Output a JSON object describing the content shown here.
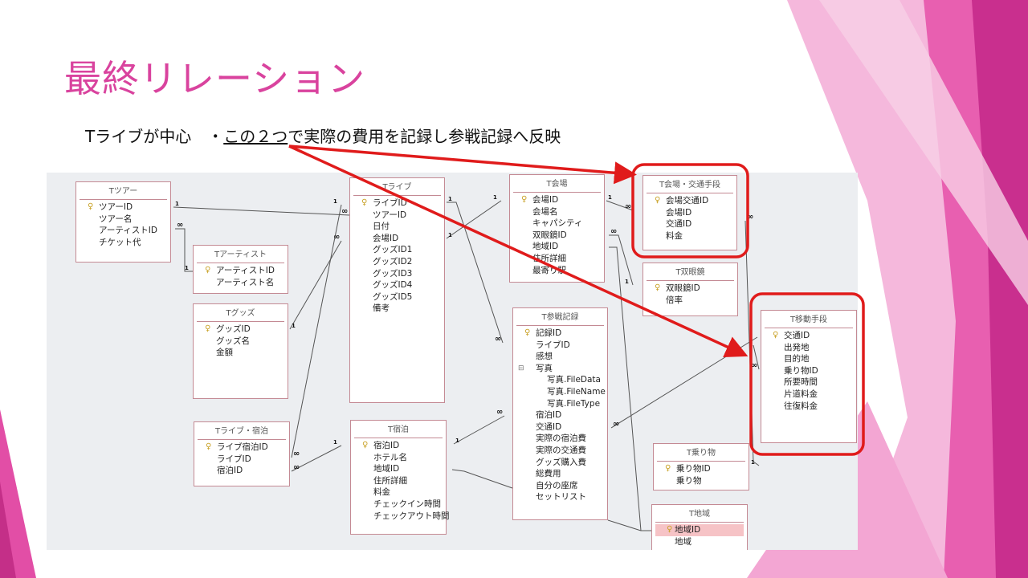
{
  "slide": {
    "title": "最終リレーション",
    "subtitle_pre": "Tライブが中心　・",
    "subtitle_underlined": "この２つ",
    "subtitle_post": "で実際の費用を記録し参戦記録へ反映"
  },
  "symbols": {
    "one": "1",
    "many": "∞",
    "key": "key-icon",
    "expand": "⊟"
  },
  "colors": {
    "title": "#d9439e",
    "highlight": "#e01b1b",
    "pink": "#f08cc8"
  },
  "tables": [
    {
      "name": "Tツアー",
      "fields": [
        {
          "t": "ツアーID",
          "pk": true
        },
        {
          "t": "ツアー名"
        },
        {
          "t": "アーティストID"
        },
        {
          "t": "チケット代"
        }
      ]
    },
    {
      "name": "Tアーティスト",
      "fields": [
        {
          "t": "アーティストID",
          "pk": true
        },
        {
          "t": "アーティスト名"
        }
      ]
    },
    {
      "name": "Tグッズ",
      "fields": [
        {
          "t": "グッズID",
          "pk": true
        },
        {
          "t": "グッズ名"
        },
        {
          "t": "金額"
        }
      ]
    },
    {
      "name": "Tライブ・宿泊",
      "fields": [
        {
          "t": "ライブ宿泊ID",
          "pk": true
        },
        {
          "t": "ライブID"
        },
        {
          "t": "宿泊ID"
        }
      ]
    },
    {
      "name": "Tライブ",
      "fields": [
        {
          "t": "ライブID",
          "pk": true
        },
        {
          "t": "ツアーID"
        },
        {
          "t": "日付"
        },
        {
          "t": "会場ID"
        },
        {
          "t": "グッズID1"
        },
        {
          "t": "グッズID2"
        },
        {
          "t": "グッズID3"
        },
        {
          "t": "グッズID4"
        },
        {
          "t": "グッズID5"
        },
        {
          "t": "備考"
        }
      ]
    },
    {
      "name": "T宿泊",
      "fields": [
        {
          "t": "宿泊ID",
          "pk": true
        },
        {
          "t": "ホテル名"
        },
        {
          "t": "地域ID"
        },
        {
          "t": "住所詳細"
        },
        {
          "t": "料金"
        },
        {
          "t": "チェックイン時間"
        },
        {
          "t": "チェックアウト時間"
        }
      ]
    },
    {
      "name": "T会場",
      "fields": [
        {
          "t": "会場ID",
          "pk": true
        },
        {
          "t": "会場名"
        },
        {
          "t": "キャパシティ"
        },
        {
          "t": "双眼鏡ID"
        },
        {
          "t": "地域ID"
        },
        {
          "t": "住所詳細"
        },
        {
          "t": "最寄り駅"
        }
      ]
    },
    {
      "name": "T参戦記録",
      "fields": [
        {
          "t": "記録ID",
          "pk": true
        },
        {
          "t": "ライブID"
        },
        {
          "t": "感想"
        },
        {
          "t": "写真",
          "exp": true
        },
        {
          "t": "写真.FileData",
          "sub": true
        },
        {
          "t": "写真.FileName",
          "sub": true
        },
        {
          "t": "写真.FileType",
          "sub": true
        },
        {
          "t": "宿泊ID"
        },
        {
          "t": "交通ID"
        },
        {
          "t": "実際の宿泊費"
        },
        {
          "t": "実際の交通費"
        },
        {
          "t": "グッズ購入費"
        },
        {
          "t": "総費用"
        },
        {
          "t": "自分の座席"
        },
        {
          "t": "セットリスト"
        }
      ]
    },
    {
      "name": "T会場・交通手段",
      "fields": [
        {
          "t": "会場交通ID",
          "pk": true
        },
        {
          "t": "会場ID"
        },
        {
          "t": "交通ID"
        },
        {
          "t": "料金"
        }
      ]
    },
    {
      "name": "T双眼鏡",
      "fields": [
        {
          "t": "双眼鏡ID",
          "pk": true
        },
        {
          "t": "倍率"
        }
      ]
    },
    {
      "name": "T移動手段",
      "fields": [
        {
          "t": "交通ID",
          "pk": true
        },
        {
          "t": "出発地"
        },
        {
          "t": "目的地"
        },
        {
          "t": "乗り物ID"
        },
        {
          "t": "所要時間"
        },
        {
          "t": "片道料金"
        },
        {
          "t": "往復料金"
        }
      ]
    },
    {
      "name": "T乗り物",
      "fields": [
        {
          "t": "乗り物ID",
          "pk": true
        },
        {
          "t": "乗り物"
        }
      ]
    },
    {
      "name": "T地域",
      "fields": [
        {
          "t": "地域ID",
          "pk": true,
          "sel": true
        },
        {
          "t": "地域"
        }
      ]
    }
  ]
}
